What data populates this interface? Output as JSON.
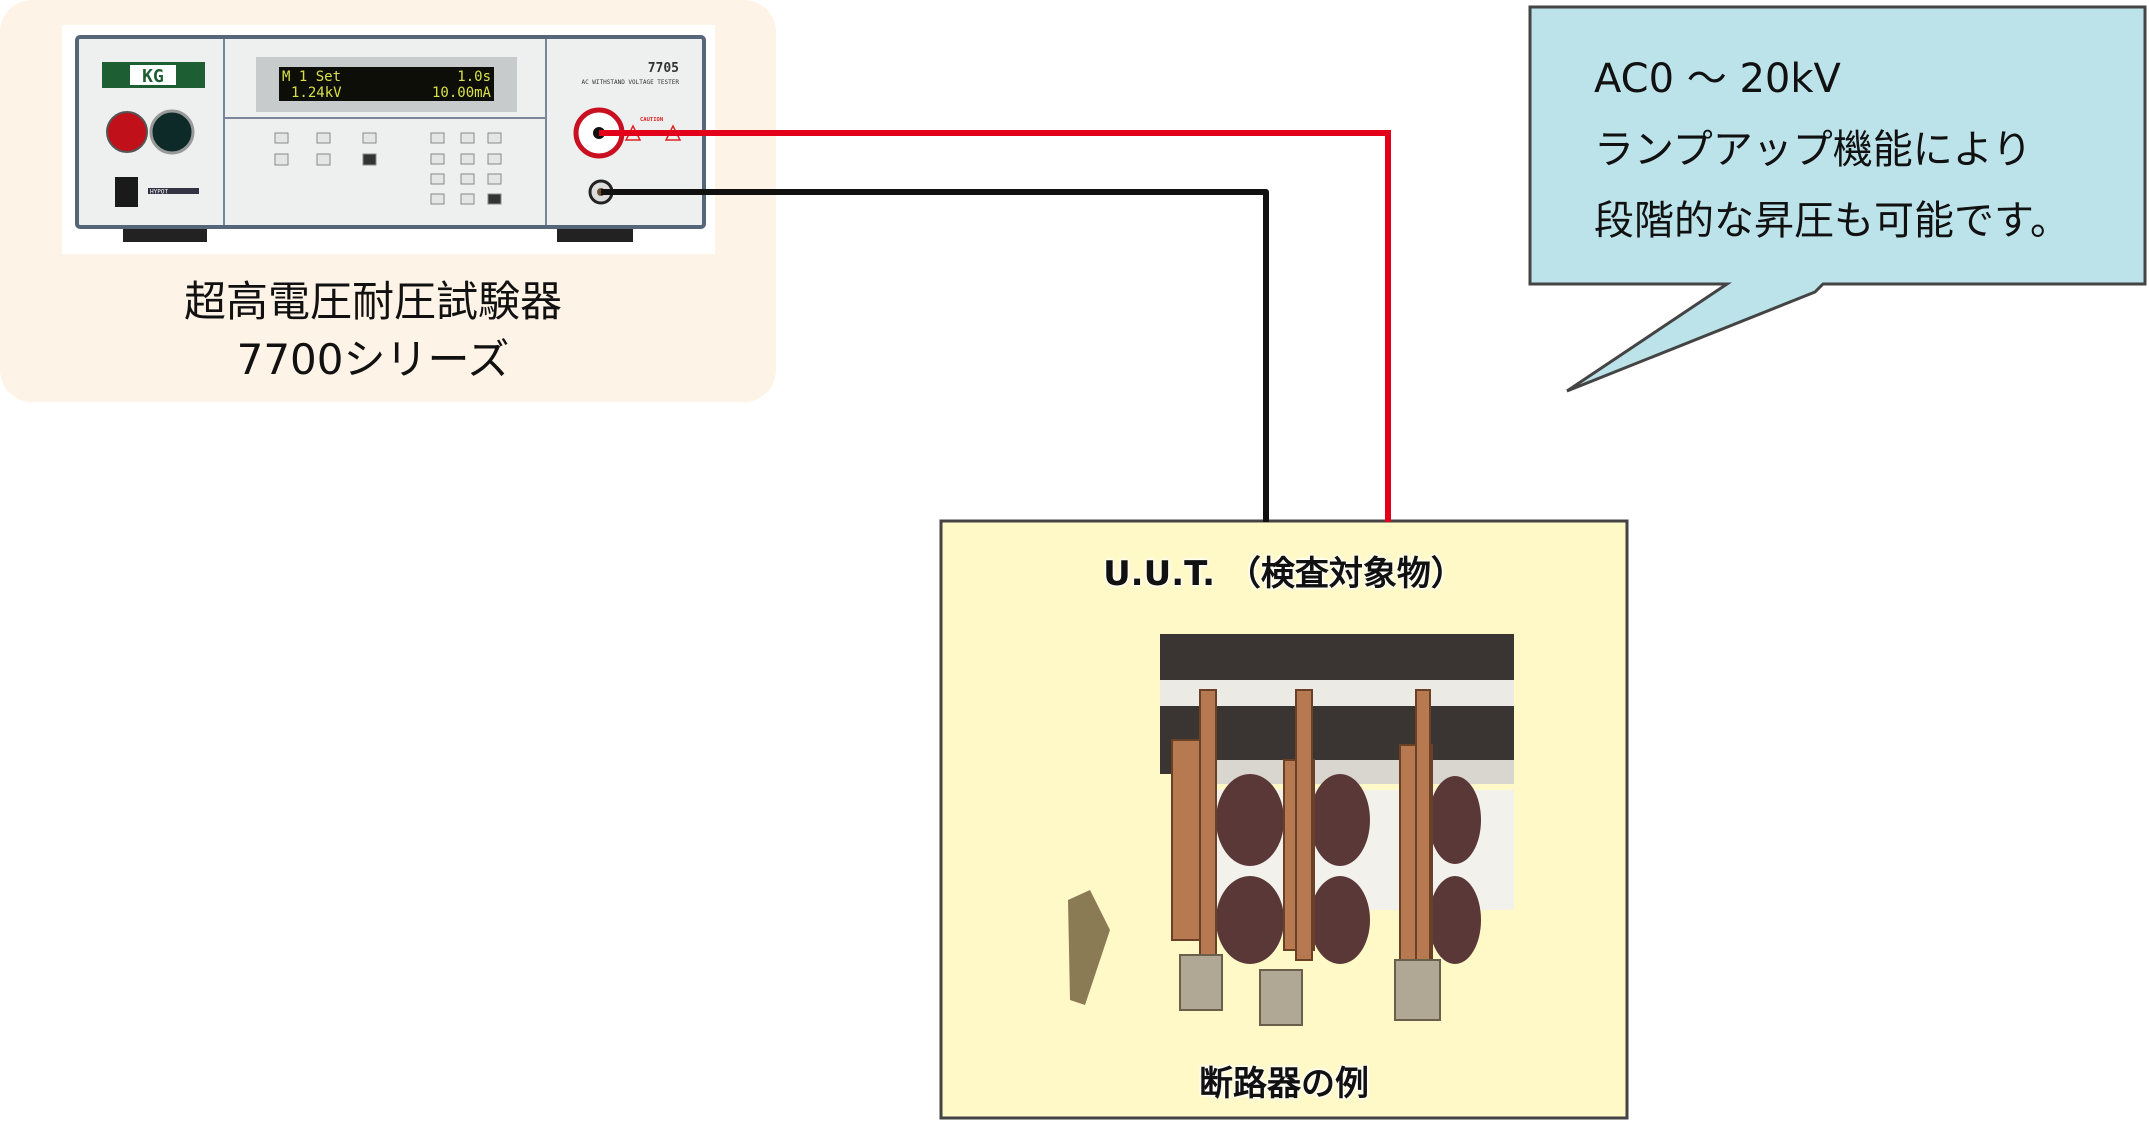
{
  "instrument": {
    "title_line1": "超高電圧耐圧試験器",
    "title_line2": "7700シリーズ",
    "logo": "KG",
    "model": "7705",
    "model_desc": "AC WITHSTAND VOLTAGE TESTER",
    "display": {
      "line1_left": "M 1 Set",
      "line1_right": "1.0s",
      "line2_left": "1.24kV",
      "line2_right": "10.00mA"
    },
    "brand_label": "HYPOT",
    "caution": "CAUTION"
  },
  "callout": {
    "lines": [
      "AC0 ～ 20kV",
      "ランプアップ機能により",
      "段階的な昇圧も可能です。"
    ]
  },
  "uut": {
    "title": "U.U.T. （検査対象物）",
    "caption": "断路器の例"
  },
  "colors": {
    "hv_lead": "#e3001b",
    "return_lead": "#111111",
    "panel_bg": "#fdf3e7",
    "callout_bg": "#bde3ea",
    "uut_bg": "#fff9c8"
  }
}
